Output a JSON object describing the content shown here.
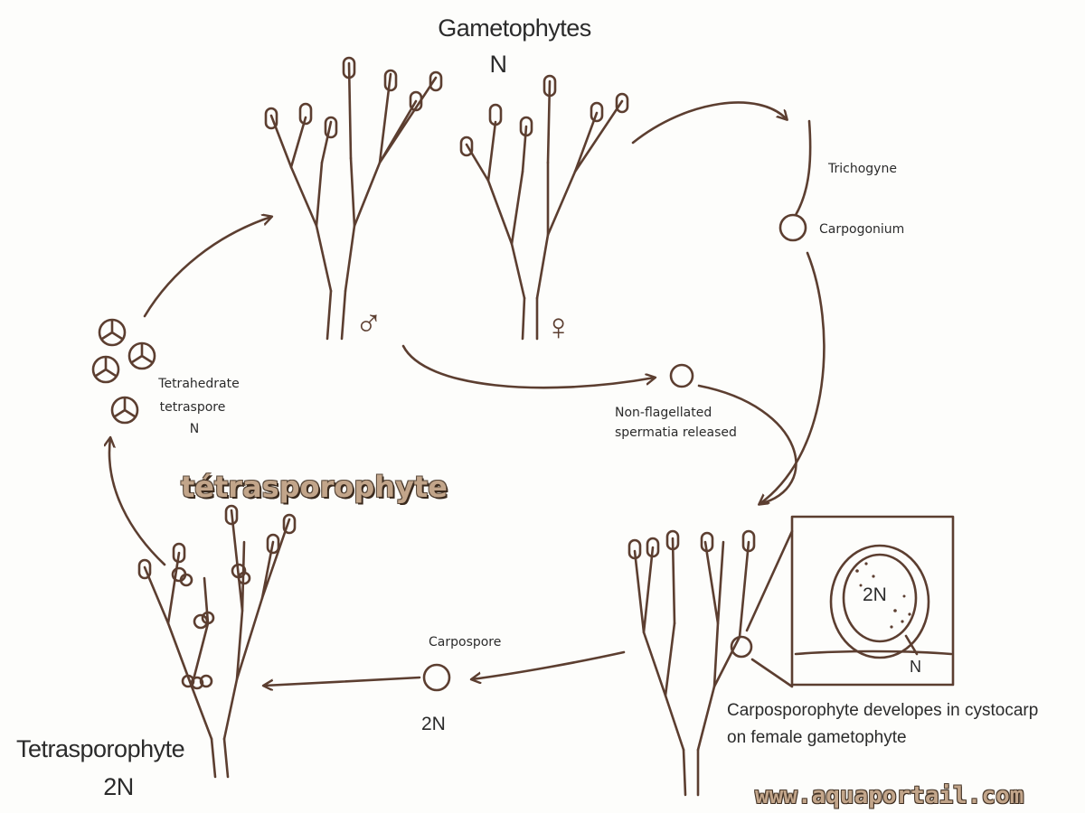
{
  "labels": {
    "gametophytes": "Gametophytes",
    "gametophytes_ploidy": "N",
    "trichogyne": "Trichogyne",
    "carpogonium": "Carpogonium",
    "tetraspore_line1": "Tetrahedrate",
    "tetraspore_line2": "tetraspore",
    "tetraspore_line3": "N",
    "spermatia_line1": "Non-flagellated",
    "spermatia_line2": "spermatia released",
    "tetrasporophyte_fr": "tétrasporophyte",
    "carpospore": "Carpospore",
    "carpospore_ploidy": "2N",
    "inset_2n": "2N",
    "inset_n": "N",
    "carposporophyte_line1": "Carposporophyte developes in cystocarp",
    "carposporophyte_line2": "on female gametophyte",
    "tetrasporophyte_line1": "Tetrasporophyte",
    "tetrasporophyte_line2": "2N",
    "male_symbol": "♂",
    "female_symbol": "♀",
    "website": "www.aquaportail.com"
  },
  "colors": {
    "ink": "#5c3e30",
    "watermark": "#c2a58a",
    "background": "#fdfdfb"
  }
}
